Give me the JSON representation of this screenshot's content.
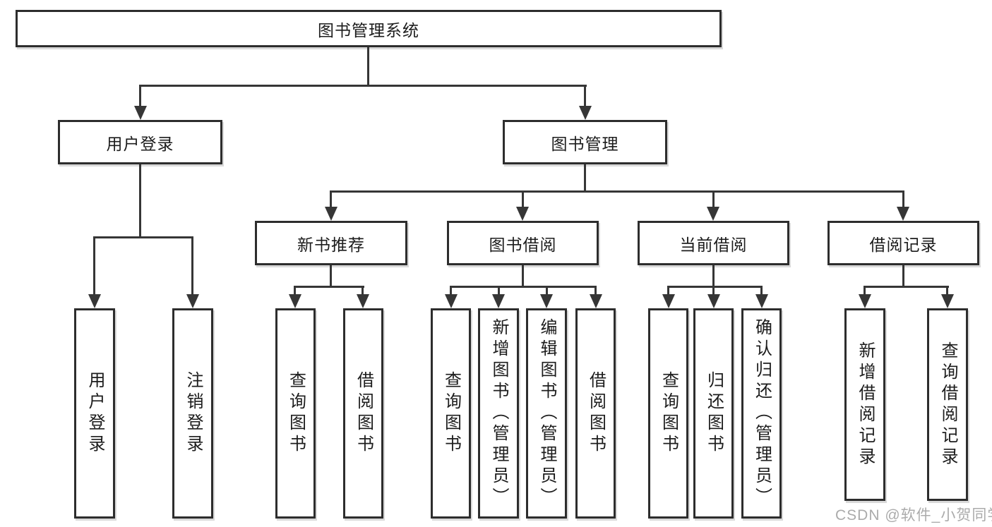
{
  "nodes": {
    "root": "图书管理系统",
    "user_login": "用户登录",
    "book_management": "图书管理",
    "new_book_recommend": "新书推荐",
    "book_borrow": "图书借阅",
    "current_borrow": "当前借阅",
    "borrow_records": "借阅记录",
    "login": "用户登录",
    "logout": "注销登录",
    "recommend_query_books": "查询图书",
    "recommend_borrow_books": "借阅图书",
    "borrow_query_books": "查询图书",
    "borrow_add_books_admin": "新增图书（管理员）",
    "borrow_edit_books_admin": "编辑图书（管理员）",
    "borrow_borrow_books": "借阅图书",
    "current_query_books": "查询图书",
    "current_return_books": "归还图书",
    "current_confirm_return_admin": "确认归还（管理员）",
    "records_add_borrow_record": "新增借阅记录",
    "records_query_borrow_record": "查询借阅记录"
  },
  "watermark": "CSDN @软件_小贺同学",
  "colors": {
    "box_border": "#2d2d2d",
    "connector_line": "#363636",
    "text": "#1c1c1c",
    "watermark": "#a6a6a6",
    "background": "#ffffff"
  }
}
